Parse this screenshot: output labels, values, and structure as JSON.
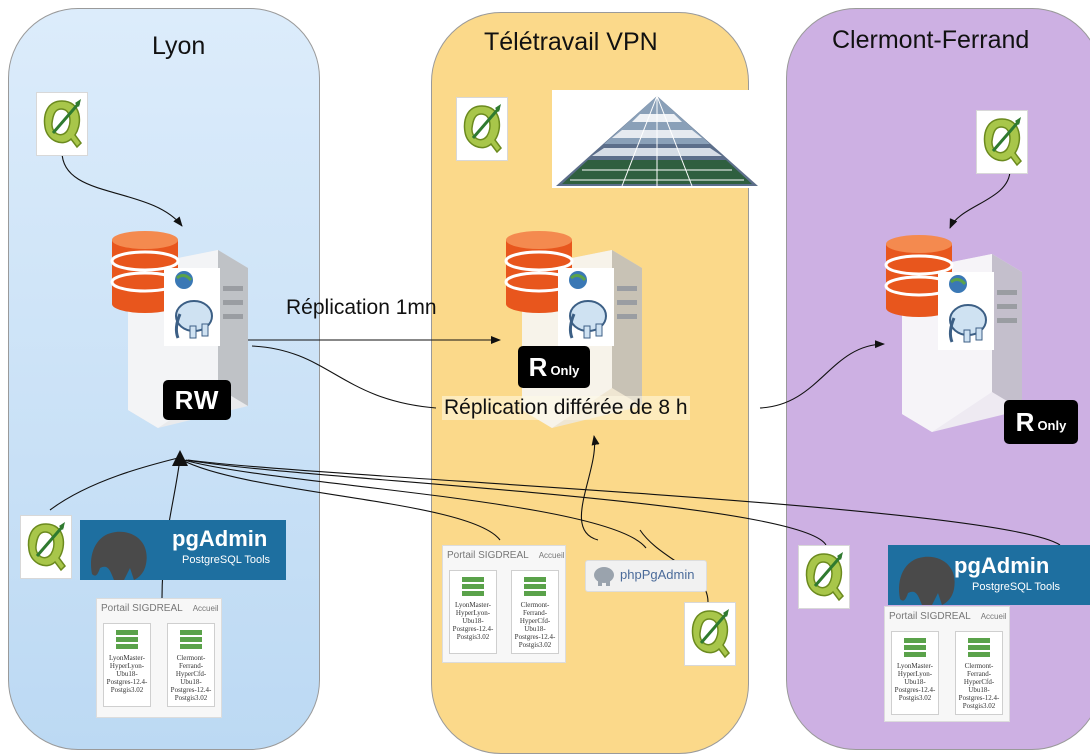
{
  "zones": {
    "lyon": "Lyon",
    "vpn": "Télétravail VPN",
    "clermont": "Clermont-Ferrand"
  },
  "badges": {
    "rw": "RW",
    "r": "R",
    "only": "Only"
  },
  "labels": {
    "replication_1mn": "Réplication 1mn",
    "replication_8h": "Réplication différée de 8 h"
  },
  "pgadmin": {
    "title": "pgAdmin",
    "subtitle": "PostgreSQL Tools"
  },
  "phppgadmin": "phpPgAdmin",
  "portal": {
    "title": "Portail SIGDREAL",
    "home": "Accueil",
    "card1": "LyonMaster-HyperLyon-Ubu18-Postgres-12.4-Postgis3.02",
    "card2": "Clermont-Ferrand-HyperCfd-Ubu18-Postgres-12.4-Postgis3.02"
  },
  "colors": {
    "lyon_zone": "#cfe4f8",
    "vpn_zone": "#fbd98a",
    "clermont_zone": "#cdb0e3",
    "database": "#e8561d",
    "pgadmin_banner": "#1e6fa0"
  },
  "icons": [
    "qgis-icon",
    "database-icon",
    "elephant-icon",
    "server-icon",
    "pyramid-icon"
  ]
}
